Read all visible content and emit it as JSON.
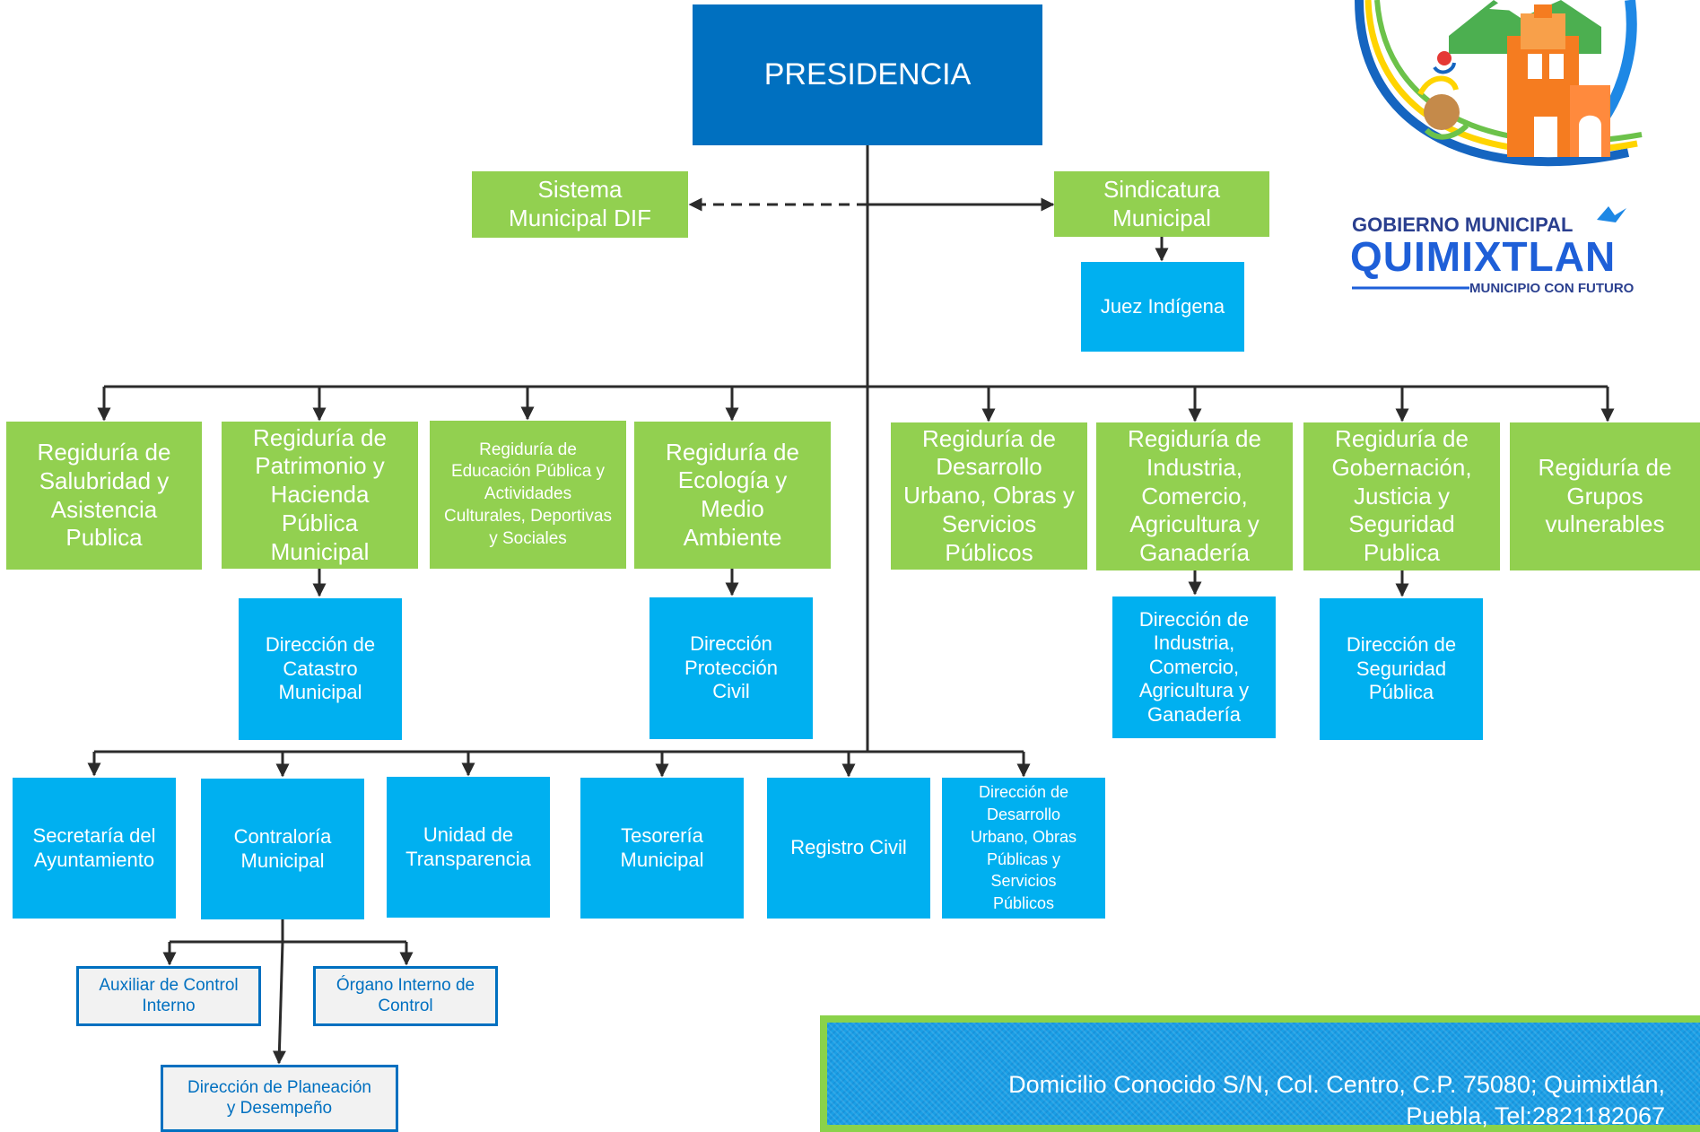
{
  "top": {
    "presidencia": "PRESIDENCIA"
  },
  "level1": {
    "dif": "Sistema Municipal DIF",
    "sindicatura": "Sindicatura Municipal",
    "juez": "Juez Indígena"
  },
  "regidurias": [
    "Regiduría de Salubridad y Asistencia Publica",
    "Regiduría de Patrimonio y Hacienda Pública Municipal",
    "Regiduría de Educación Pública y Actividades Culturales, Deportivas y Sociales",
    "Regiduría de Ecología y Medio Ambiente",
    "Regiduría de Desarrollo Urbano, Obras y Servicios Públicos",
    "Regiduría de Industria, Comercio, Agricultura y Ganadería",
    "Regiduría de Gobernación, Justicia y Seguridad Publica",
    "Regiduría de Grupos vulnerables"
  ],
  "direcciones": {
    "catastro": "Dirección de Catastro Municipal",
    "proteccion": "Dirección Protección Civil",
    "industria": "Dirección de Industria, Comercio, Agricultura y Ganadería",
    "seguridad": "Dirección de Seguridad Pública"
  },
  "bottom_units": [
    "Secretaría del Ayuntamiento",
    "Contraloría Municipal",
    "Unidad de Transparencia",
    "Tesorería Municipal",
    "Registro Civil",
    "Dirección de Desarrollo Urbano, Obras Públicas y Servicios Públicos"
  ],
  "contraloria_children": {
    "auxiliar": "Auxiliar de Control Interno",
    "organo": "Órgano Interno de Control",
    "planeacion": "Dirección de Planeación y Desempeño"
  },
  "logo": {
    "line1": "GOBIERNO MUNICIPAL",
    "line2": "QUIMIXTLAN",
    "line3": "MUNICIPIO CON FUTURO"
  },
  "footer": {
    "line1": "Domicilio Conocido S/N, Col. Centro, C.P. 75080; Quimixtlán,",
    "line2": "Puebla, Tel:2821182067"
  },
  "colors": {
    "presidencia": "#0070c0",
    "regiduria": "#92d050",
    "direccion": "#00b0f0",
    "outline": "#0070c0",
    "connector": "#404040"
  }
}
